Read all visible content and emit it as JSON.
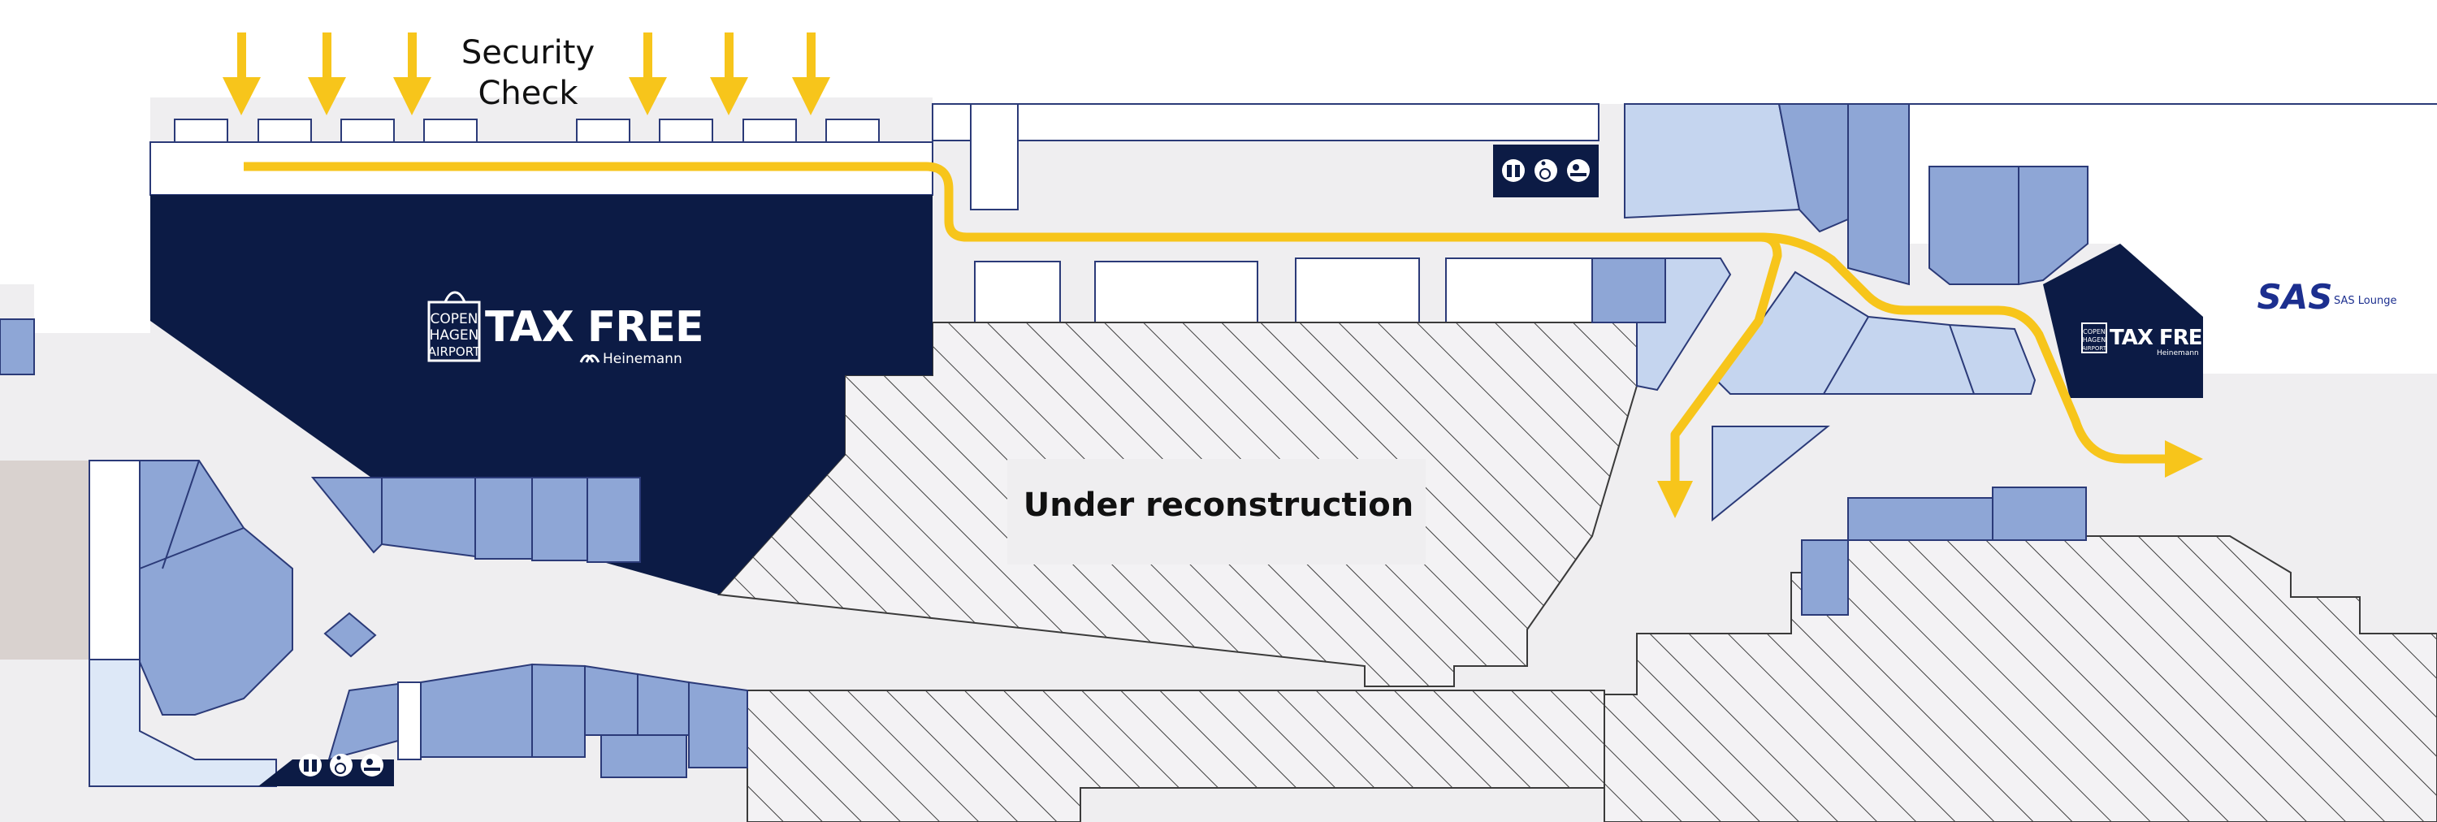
{
  "security": {
    "line1": "Security",
    "line2": "Check"
  },
  "tax_free_main": {
    "logo_line1": "COPEN",
    "logo_line2": "HAGEN",
    "logo_line3": "AIRPORT",
    "brand": "TAX FREE",
    "operator": "Heinemann"
  },
  "tax_free_small": {
    "logo_line1": "COPEN",
    "logo_line2": "HAGEN",
    "logo_line3": "AIRPORT",
    "brand": "TAX FREE",
    "operator": "Heinemann"
  },
  "reconstruction": {
    "label": "Under reconstruction"
  },
  "sas": {
    "logo": "SAS",
    "lounge": "SAS Lounge"
  },
  "facilities": {
    "top": [
      "toilets-icon",
      "wheelchair-icon",
      "baby-change-icon"
    ],
    "bottom": [
      "toilets-icon",
      "wheelchair-icon",
      "baby-change-icon"
    ]
  },
  "colors": {
    "floor": "#efeef0",
    "shop_dark": "#8ea6d6",
    "shop_light": "#c5d5ef",
    "navy": "#0c1b45",
    "route": "#f7c51b",
    "hatch": "#3a3a3a",
    "outline": "#2b3a78",
    "grey_room": "#d9d2cf"
  }
}
